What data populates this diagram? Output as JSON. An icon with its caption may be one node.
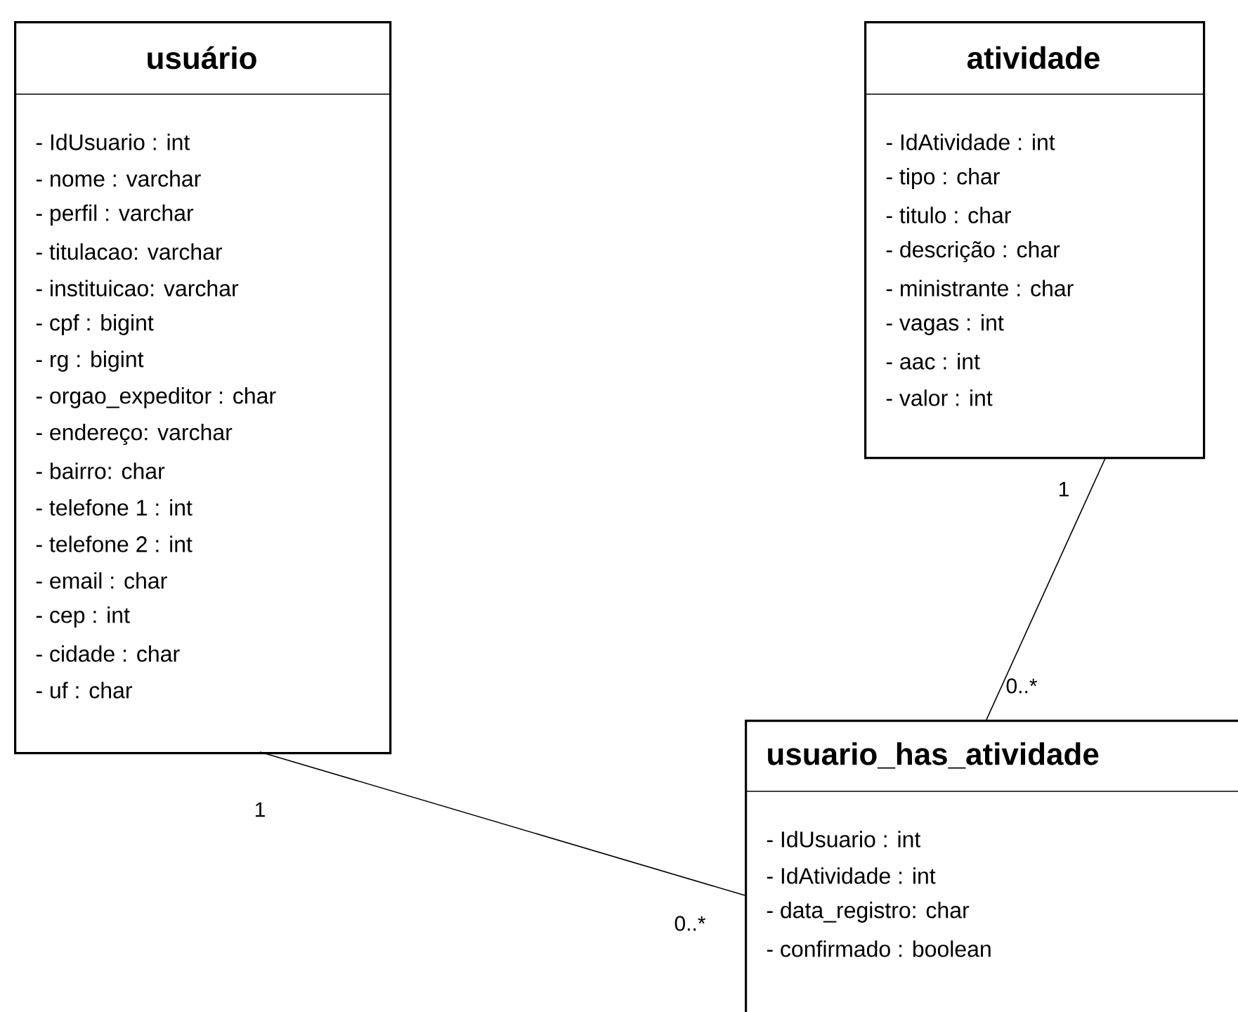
{
  "diagram": {
    "nodes": [
      {
        "text": [
          "usuário",
          "- IdUsuario : int",
          "- nome : varchar",
          "- perfil : varchar",
          "- titulacao: varchar",
          "- instituicao: varchar",
          "- cpf : bigint",
          "- rg : bigint",
          "- orgao_expeditor : char",
          "- endereço: varchar",
          "- bairro: char",
          "- telefone 1 : int",
          "- telefone 2 : int",
          "- email : char",
          "- cep : int",
          "- cidade : char",
          "- uf : char"
        ]
      },
      {
        "text": [
          "atividade",
          "- IdAtividade : int",
          "- tipo : char",
          "- titulo : char",
          "- descrição : char",
          "- ministrante : char",
          "- vagas : int",
          "- aac : int",
          "- valor : int"
        ]
      },
      {
        "text": [
          "usuario_has_atividade",
          "- IdUsuario : int",
          "- IdAtividade : int",
          "- data_registro: char",
          "- confirmado : boolean"
        ]
      }
    ],
    "edges": [
      {
        "from": 0,
        "to": 2,
        "arrow": "none"
      },
      {
        "from": 1,
        "to": 2,
        "arrow": "none"
      }
    ],
    "labels": [
      "1",
      "0..*",
      "1",
      "0..*"
    ]
  }
}
